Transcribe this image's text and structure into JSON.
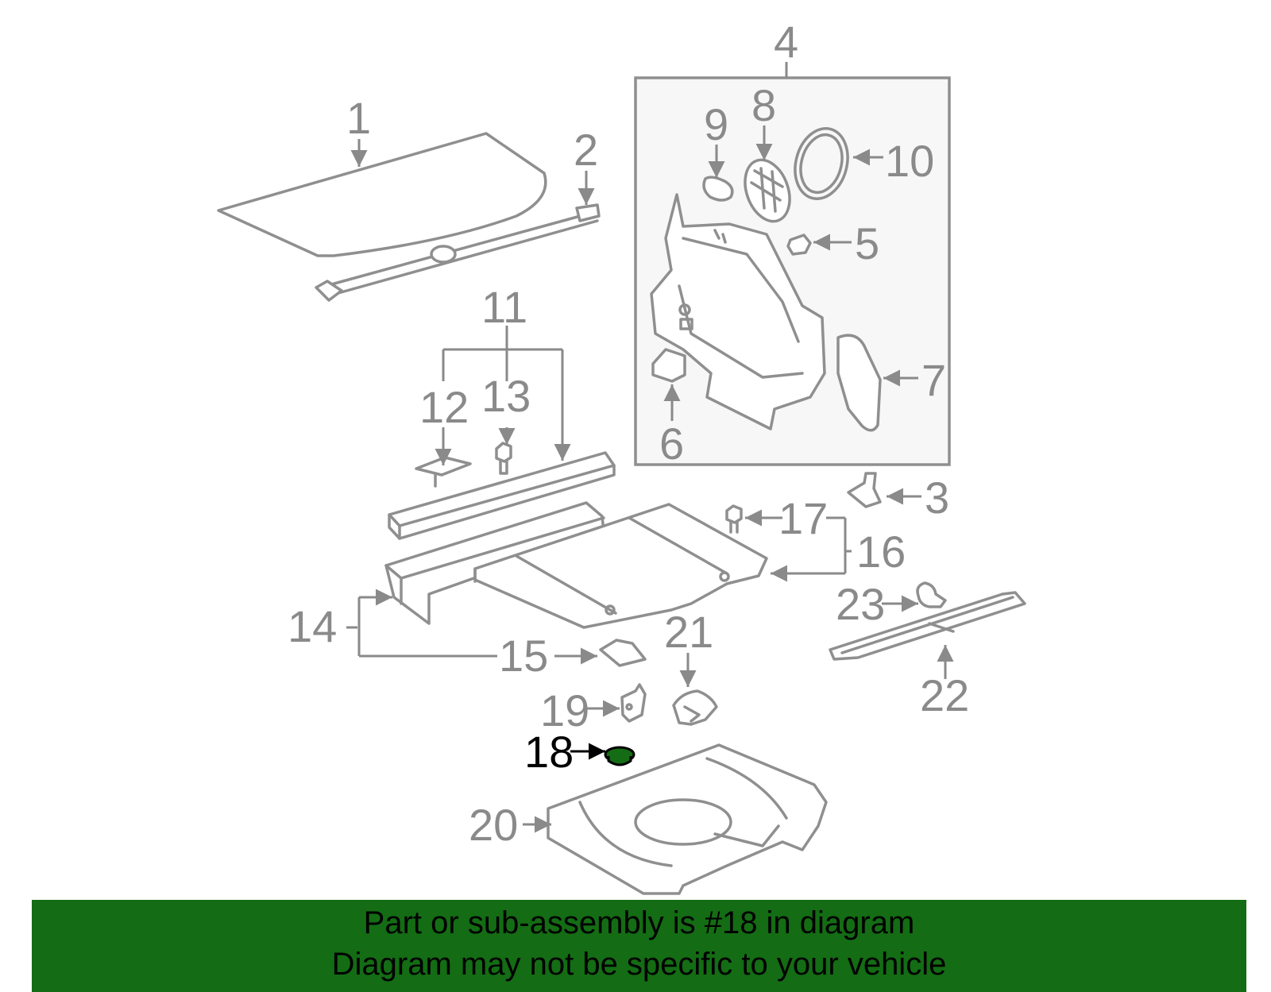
{
  "callouts": [
    "1",
    "2",
    "3",
    "4",
    "5",
    "6",
    "7",
    "8",
    "9",
    "10",
    "11",
    "12",
    "13",
    "14",
    "15",
    "16",
    "17",
    "18",
    "19",
    "20",
    "21",
    "22",
    "23"
  ],
  "highlighted_part": "18",
  "colors": {
    "banner": "#146c14",
    "highlight": "#146c14",
    "linework": "#8f8f8f",
    "label": "#8a8a8a"
  },
  "banner": {
    "line1": "Part or sub-assembly is #18 in diagram",
    "line2": "Diagram may not be specific to your vehicle"
  }
}
